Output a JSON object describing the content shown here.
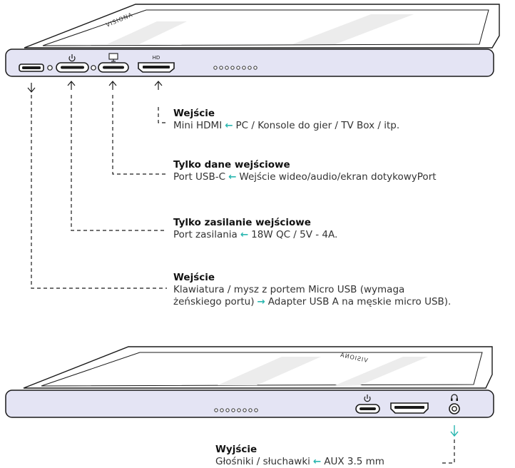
{
  "colors": {
    "body_fill": "#e4e4f4",
    "outline": "#1a1a1a",
    "accent": "#2bb7b0",
    "screen_stripe": "#ececec"
  },
  "top_device": {
    "brand": "VISIONA",
    "port_icons": [
      "power-icon",
      "display-icon"
    ],
    "hd_label": "HD",
    "ports": [
      {
        "name": "micro-usb-port"
      },
      {
        "name": "usb-c-power-port"
      },
      {
        "name": "usb-c-data-port"
      },
      {
        "name": "mini-hdmi-port"
      }
    ]
  },
  "callouts": [
    {
      "title": "Wejście",
      "lines": [
        {
          "before": "Mini HDMI",
          "arrow": "←",
          "after": "PC / Konsole do gier / TV Box / itp."
        }
      ]
    },
    {
      "title": "Tylko dane wejściowe",
      "lines": [
        {
          "before": "Port USB-C",
          "arrow": "←",
          "after": "Wejście wideo/audio/ekran dotykowyPort"
        }
      ]
    },
    {
      "title": "Tylko zasilanie wejściowe",
      "lines": [
        {
          "before": "Port zasilania",
          "arrow": "←",
          "after": "18W QC / 5V - 4A."
        }
      ]
    },
    {
      "title": "Wejście",
      "lines": [
        {
          "before": "Klawiatura / mysz z portem Micro USB (wymaga",
          "arrow": "",
          "after": ""
        },
        {
          "before": "żeńskiego portu)",
          "arrow": "→",
          "after": "Adapter USB A na męskie micro USB)."
        }
      ]
    }
  ],
  "bottom_device": {
    "brand": "VISIONA",
    "port_icons": [
      "power-icon",
      "headphones-icon"
    ],
    "ports": [
      {
        "name": "usb-c-port"
      },
      {
        "name": "hdmi-port"
      },
      {
        "name": "audio-jack"
      }
    ]
  },
  "bottom_callout": {
    "title": "Wyjście",
    "lines": [
      {
        "before": "Głośniki / słuchawki",
        "arrow": "←",
        "after": "AUX 3.5 mm"
      }
    ]
  }
}
